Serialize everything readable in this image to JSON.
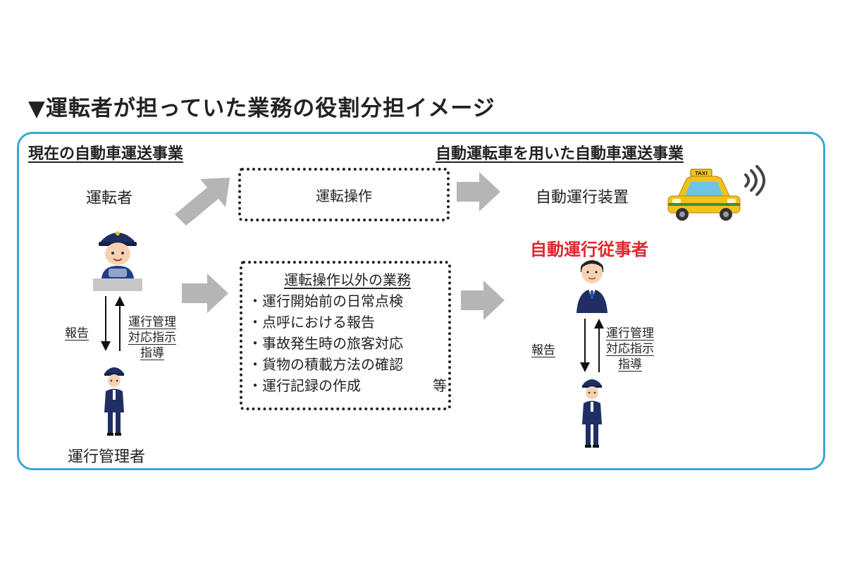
{
  "title": "▼運転者が担っていた業務の役割分担イメージ",
  "left": {
    "heading": "現在の自動車運送事業",
    "driver_label": "運転者",
    "manager_label": "運行管理者",
    "report_label": "報告",
    "instruction_lines": [
      "運行管理",
      "対応指示",
      "指導"
    ]
  },
  "center": {
    "driving_operation": "運転操作",
    "tasks_heading": "運転操作以外の業務",
    "tasks": [
      "・運行開始前の日常点検",
      "・点呼における報告",
      "・事故発生時の旅客対応",
      "・貨物の積載方法の確認",
      "・運行記録の作成"
    ],
    "tasks_suffix": "等"
  },
  "right": {
    "heading": "自動運転車を用いた自動車運送事業",
    "device_label": "自動運行装置",
    "worker_label": "自動運行従事者",
    "report_label": "報告",
    "instruction_lines": [
      "運行管理",
      "対応指示",
      "指導"
    ],
    "taxi_sign": "TAXI"
  },
  "colors": {
    "frame": "#3aa7d6",
    "worker_label": "#e0262b",
    "arrows": "#b5b5b5",
    "taxi_body": "#f2c21b"
  }
}
